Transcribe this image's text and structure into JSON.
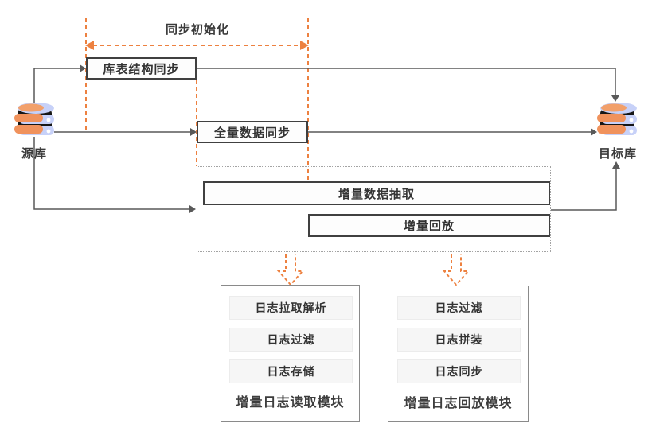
{
  "header": {
    "sync_init_label": "同步初始化"
  },
  "nodes": {
    "source_db": "源库",
    "target_db": "目标库",
    "schema_sync": "库表结构同步",
    "full_sync": "全量数据同步",
    "incr_extract": "增量数据抽取",
    "incr_replay": "增量回放"
  },
  "modules": [
    {
      "title": "增量日志读取模块",
      "items": [
        "日志拉取解析",
        "日志过滤",
        "日志存储"
      ]
    },
    {
      "title": "增量日志回放模块",
      "items": [
        "日志过滤",
        "日志拼装",
        "日志同步"
      ]
    }
  ],
  "colors": {
    "accent_orange": "#ED8140",
    "connector_gray": "#595959",
    "box_border_dark": "#404040",
    "text_dark": "#333333",
    "module_border_gray": "#8A8A8A",
    "module_item_fill": "#F6F6F6",
    "dotted_border_gray": "#A3A3A3",
    "db_blue": "#C7D1F8",
    "db_orange": "#F0925C"
  }
}
